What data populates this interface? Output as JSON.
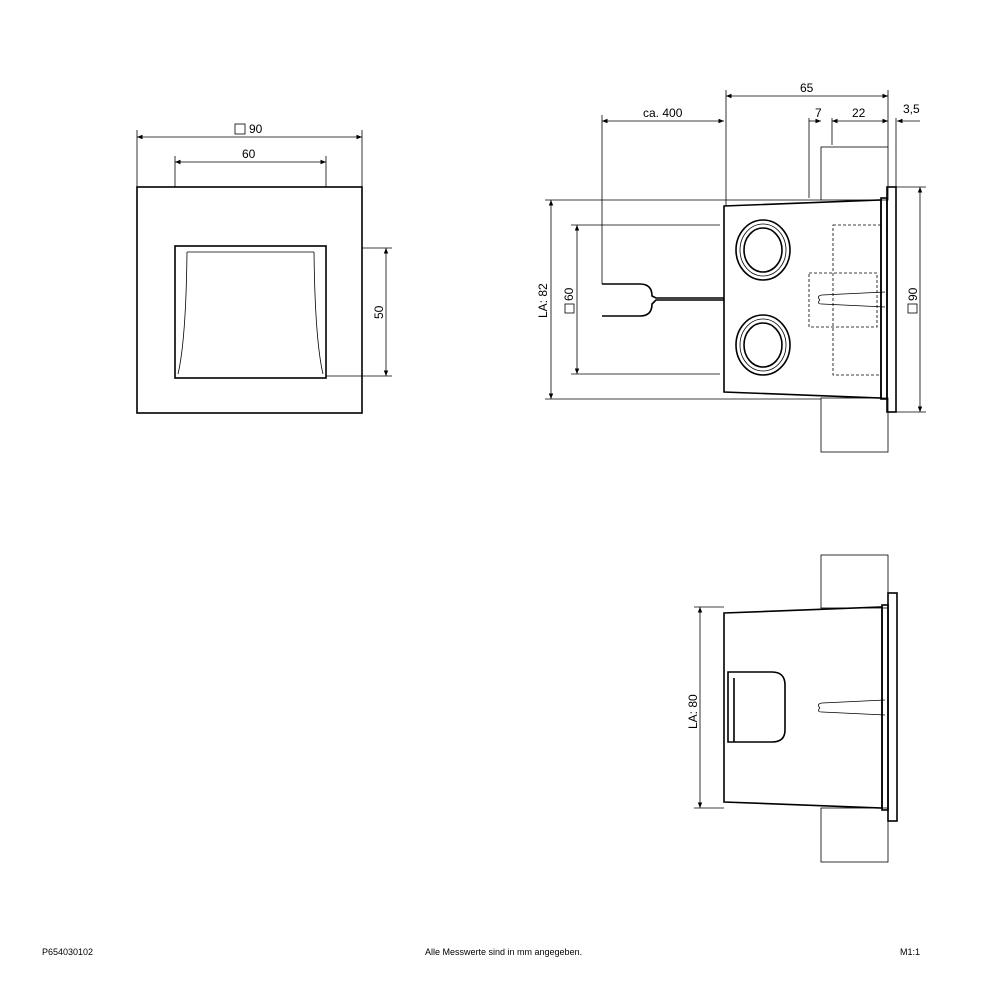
{
  "front_view": {
    "width_label": "90",
    "inner_width_label": "60",
    "inner_height_label": "50"
  },
  "side_view": {
    "depth_label": "65",
    "cable_label": "ca. 400",
    "wall_offset_label": "7",
    "wall_depth_label": "22",
    "plate_label": "3,5",
    "cutout_label": "LA: 82",
    "inner_label": "60",
    "plate_height_label": "90"
  },
  "bottom_view": {
    "cutout_label": "LA: 80"
  },
  "footer": {
    "drawing_number": "P654030102",
    "note": "Alle Messwerte sind in mm angegeben.",
    "scale": "M1:1"
  },
  "colors": {
    "line": "#000000",
    "background": "#ffffff"
  }
}
